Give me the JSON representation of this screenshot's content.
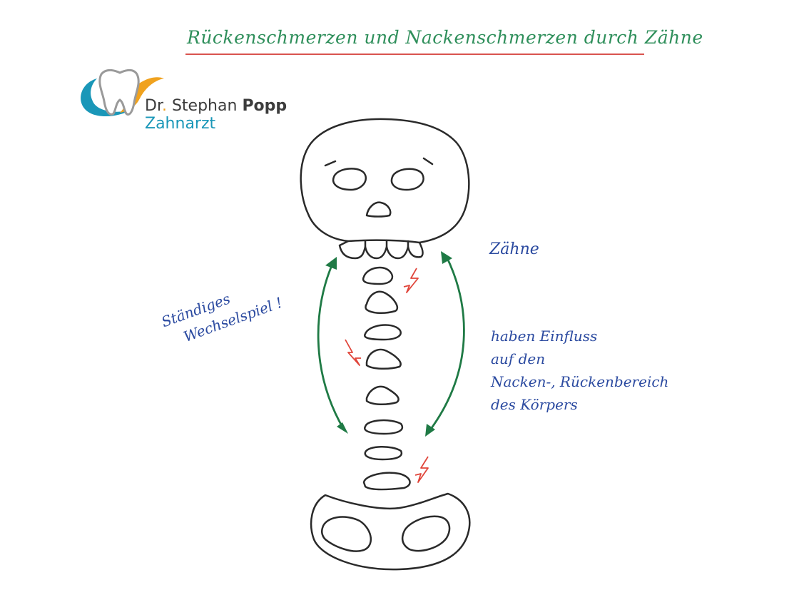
{
  "title": "Rückenschmerzen und Nackenschmerzen durch Zähne",
  "logo": {
    "prefix": "Dr",
    "dot": ".",
    "first_name": "Stephan",
    "last_name": "Popp",
    "profession": "Zahnarzt"
  },
  "annotations": {
    "teeth_label": "Zähne",
    "influence_lines": [
      "haben Einfluss",
      "auf den",
      "Nacken-, Rückenbereich",
      "des Körpers"
    ],
    "interplay_lines": [
      "Ständiges",
      "Wechselspiel !"
    ]
  },
  "colors": {
    "title": "#2f8f5b",
    "title_rule": "#d9534f",
    "annotation": "#2b4aa0",
    "arrow": "#1f7a45",
    "pain_mark": "#e0453a",
    "skeleton_stroke": "#2a2a2a",
    "logo_teal": "#1a97b8",
    "logo_orange": "#f0a21e",
    "logo_gray": "#9a9a9a"
  },
  "icons": {
    "logo": "tooth-logo-icon",
    "pain": "lightning-pain-icon",
    "arrow": "double-arrow-icon"
  }
}
